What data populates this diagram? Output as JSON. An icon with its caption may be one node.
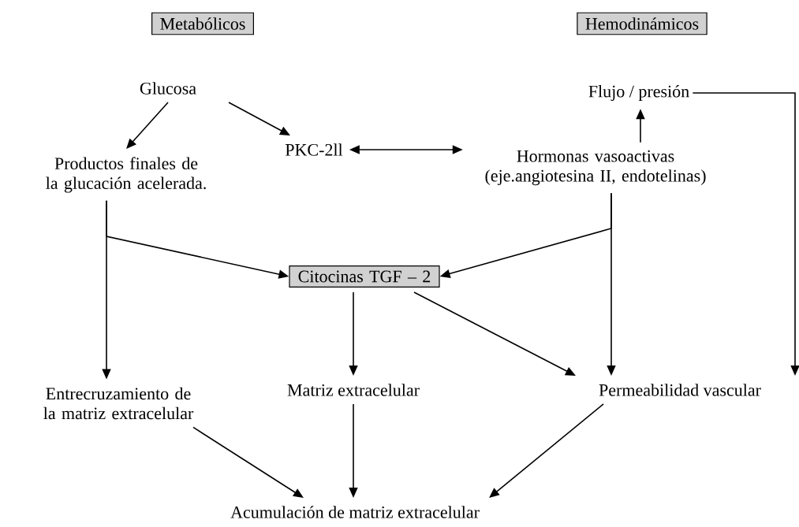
{
  "diagram": {
    "nodes": [
      {
        "text": [
          "Metabólicos"
        ]
      },
      {
        "text": [
          "Hemodinámicos"
        ]
      },
      {
        "text": [
          "Glucosa"
        ]
      },
      {
        "text": [
          "Flujo / presión"
        ]
      },
      {
        "text": [
          "Productos finales de la glucación acelerada."
        ]
      },
      {
        "text": [
          "PKC-2ll"
        ]
      },
      {
        "text": [
          "Hormonas vasoactivas (eje.angiotesina II, endotelinas)"
        ]
      },
      {
        "text": [
          "Citocinas TGF – 2"
        ]
      },
      {
        "text": [
          "Entrecruzamiento de la matriz extracelular"
        ]
      },
      {
        "text": [
          "Matriz extracelular"
        ]
      },
      {
        "text": [
          "Permeabilidad vascular"
        ]
      },
      {
        "text": [
          "Acumulación de matriz extracelular"
        ]
      }
    ],
    "edges": [
      {
        "from": 2,
        "to": 4,
        "arrow": "to"
      },
      {
        "from": 2,
        "to": 5,
        "arrow": "to"
      },
      {
        "from": 5,
        "to": 6,
        "arrow": "both"
      },
      {
        "from": 6,
        "to": 3,
        "arrow": "to"
      },
      {
        "from": 3,
        "to": 10,
        "arrow": "to"
      },
      {
        "from": 4,
        "to": 7,
        "arrow": "to"
      },
      {
        "from": 4,
        "to": 8,
        "arrow": "to"
      },
      {
        "from": 6,
        "to": 7,
        "arrow": "to"
      },
      {
        "from": 6,
        "to": 10,
        "arrow": "to"
      },
      {
        "from": 7,
        "to": 9,
        "arrow": "to"
      },
      {
        "from": 7,
        "to": 10,
        "arrow": "to"
      },
      {
        "from": 8,
        "to": 11,
        "arrow": "to"
      },
      {
        "from": 9,
        "to": 11,
        "arrow": "to"
      },
      {
        "from": 10,
        "to": 11,
        "arrow": "to"
      }
    ]
  }
}
